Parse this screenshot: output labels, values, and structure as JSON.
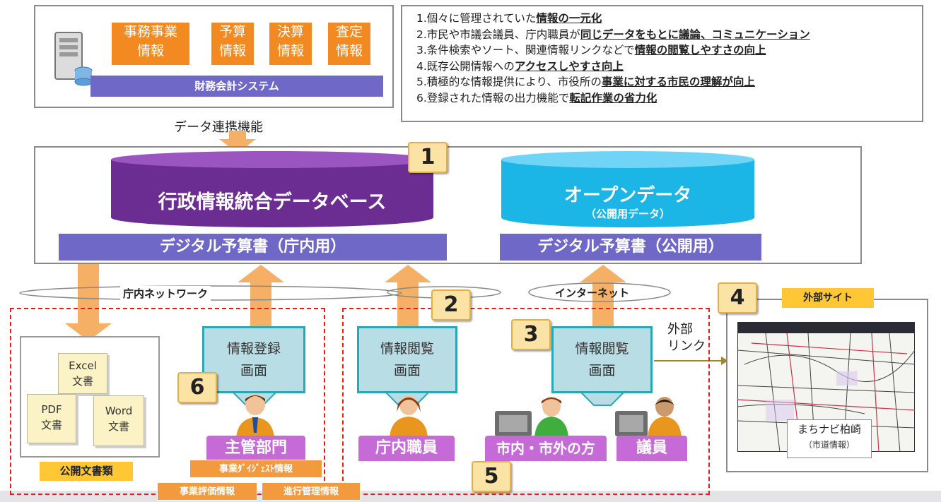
{
  "system": {
    "items": [
      [
        "事務事業",
        "情報"
      ],
      [
        "予算",
        "情報"
      ],
      [
        "決算",
        "情報"
      ],
      [
        "査定",
        "情報"
      ]
    ],
    "label": "財務会計システム"
  },
  "benefits": [
    {
      "num": "1",
      "pre": ".個々に管理されていた",
      "em": "情報の一元化",
      "post": ""
    },
    {
      "num": "2",
      "pre": ".市民や市議会議員、庁内職員が",
      "em": "同じデータをもとに議論、コミュニケーション",
      "post": ""
    },
    {
      "num": "3",
      "pre": ".条件検索やソート、関連情報リンクなどで",
      "em": "情報の閲覧しやすさの向上",
      "post": ""
    },
    {
      "num": "4",
      "pre": ".既存公開情報への",
      "em": "アクセスしやすさ向上",
      "post": ""
    },
    {
      "num": "5",
      "pre": ".積極的な情報提供により、市役所の",
      "em": "事業に対する市民の理解が向上",
      "post": ""
    },
    {
      "num": "6",
      "pre": ".登録された情報の出力機能で",
      "em": "転記作業の省力化",
      "post": ""
    }
  ],
  "link_label": "データ連携機能",
  "db": {
    "integrated_title": "行政情報統合データベース",
    "open_title": "オープンデータ",
    "open_sub": "（公開用データ）",
    "internal_bar": "デジタル予算書（庁内用）",
    "public_bar": "デジタル予算書（公開用）"
  },
  "networks": {
    "intranet": "庁内ネットワーク",
    "internet": "インターネット"
  },
  "badges": {
    "b1": "1",
    "b2": "2",
    "b3": "3",
    "b4": "4",
    "b5": "5",
    "b6": "6"
  },
  "docs": {
    "excel": [
      "Excel",
      "文書"
    ],
    "pdf": [
      "PDF",
      "文書"
    ],
    "word": [
      "Word",
      "文書"
    ],
    "tag": "公開文書類"
  },
  "screens": {
    "register": [
      "情報登録",
      "画面"
    ],
    "view_internal": [
      "情報閲覧",
      "画面"
    ],
    "view_public": [
      "情報閲覧",
      "画面"
    ]
  },
  "roles": {
    "dept": "主管部門",
    "staff": "庁内職員",
    "citizen": "市内・市外の方",
    "council": "議員"
  },
  "dept_tags": {
    "digest": "事業ﾀﾞｲｼﾞｪｽﾄ情報",
    "eval": "事業評価情報",
    "progress": "進行管理情報"
  },
  "external": {
    "link_label": [
      "外部",
      "リンク"
    ],
    "site_tag": "外部サイト",
    "map_caption": "まちナビ柏崎",
    "map_sub": "（市道情報）"
  },
  "colors": {
    "orange": "#f28a21",
    "purple": "#6b2d91",
    "cyan": "#1bb5e6",
    "bar": "#6f68c6",
    "dashed": "#e02020"
  }
}
